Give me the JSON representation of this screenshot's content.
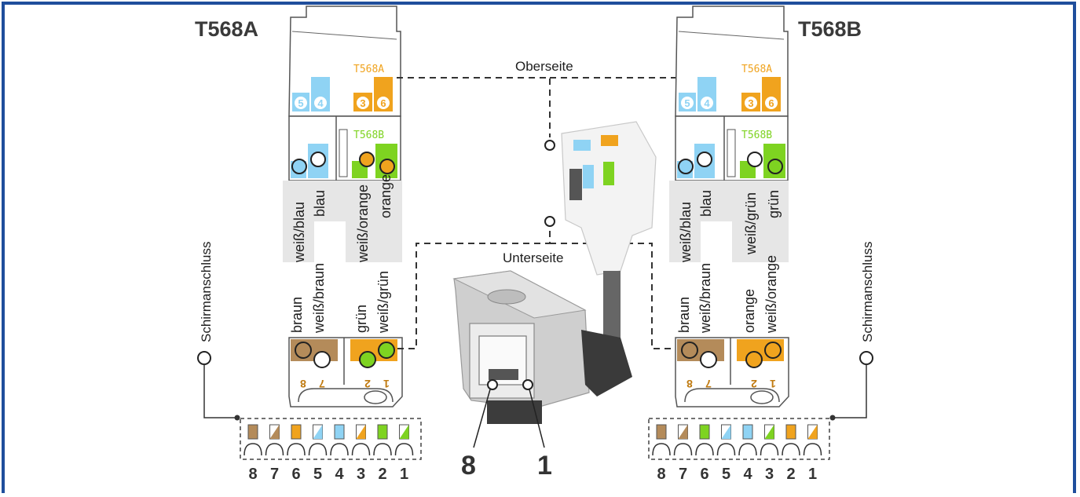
{
  "colors": {
    "frame": "#1f4e9c",
    "blue": "#8fd3f4",
    "orange": "#f0a31e",
    "green": "#7ed321",
    "brown": "#b48b5a",
    "label_bg": "#e6e6e6"
  },
  "left": {
    "title": "T568A",
    "top_tag_a": "T568A",
    "top_tag_b": "T568B",
    "tag_numbers": [
      "5",
      "4",
      "3",
      "6"
    ],
    "upper_labels": [
      "weiß/blau",
      "blau",
      "weiß/orange",
      "orange"
    ],
    "lower_labels": [
      "braun",
      "weiß/braun",
      "grün",
      "weiß/grün"
    ],
    "lower_numbers": [
      "8",
      "7",
      "2",
      "1"
    ],
    "shield_label": "Schirmanschluss"
  },
  "right": {
    "title": "T568B",
    "top_tag_a": "T568A",
    "top_tag_b": "T568B",
    "tag_numbers": [
      "5",
      "4",
      "3",
      "6"
    ],
    "upper_labels": [
      "weiß/blau",
      "blau",
      "weiß/grün",
      "grün"
    ],
    "lower_labels": [
      "braun",
      "weiß/braun",
      "orange",
      "weiß/orange"
    ],
    "lower_numbers": [
      "8",
      "7",
      "2",
      "1"
    ],
    "shield_label": "Schirmanschluss"
  },
  "center": {
    "top_label": "Oberseite",
    "bottom_label": "Unterseite",
    "pin8": "8",
    "pin1": "1"
  },
  "pins_left": {
    "numbers": [
      "8",
      "7",
      "6",
      "5",
      "4",
      "3",
      "2",
      "1"
    ]
  },
  "pins_right": {
    "numbers": [
      "8",
      "7",
      "6",
      "5",
      "4",
      "3",
      "2",
      "1"
    ]
  }
}
